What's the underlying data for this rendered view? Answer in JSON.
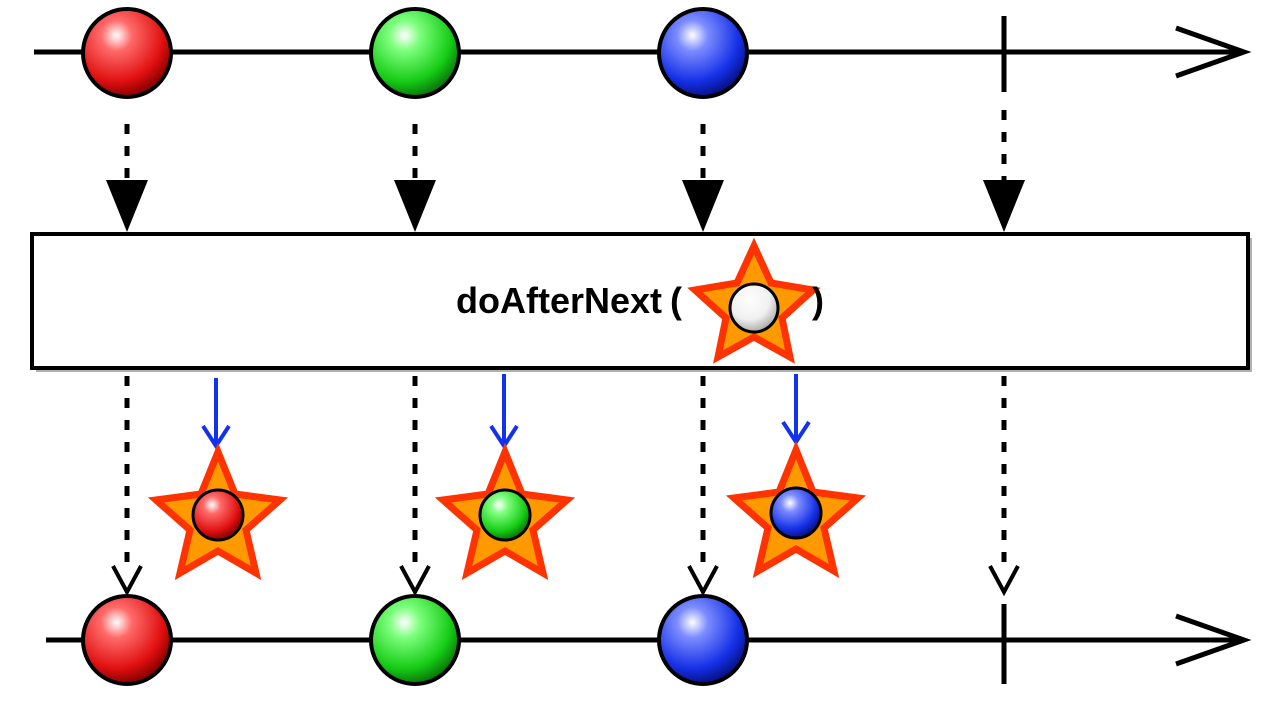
{
  "operator": {
    "name": "doAfterNext",
    "open_paren": "(",
    "close_paren": ")",
    "argument_icon": "star-with-white-marble"
  },
  "upstream": {
    "items": [
      {
        "color": "#ee1111",
        "kind": "marble"
      },
      {
        "color": "#11cc11",
        "kind": "marble"
      },
      {
        "color": "#1133ee",
        "kind": "marble"
      }
    ],
    "completes": true
  },
  "side_effects": {
    "icon": "star-marble",
    "arrow_color": "#1133ee",
    "marble_colors": [
      "#ee1111",
      "#11cc11",
      "#1133ee"
    ]
  },
  "downstream": {
    "items": [
      {
        "color": "#ee1111",
        "kind": "marble"
      },
      {
        "color": "#11cc11",
        "kind": "marble"
      },
      {
        "color": "#1133ee",
        "kind": "marble"
      }
    ],
    "completes": true
  },
  "colors": {
    "star_outer": "#ff3300",
    "star_inner": "#ff9900",
    "line": "#000000"
  }
}
